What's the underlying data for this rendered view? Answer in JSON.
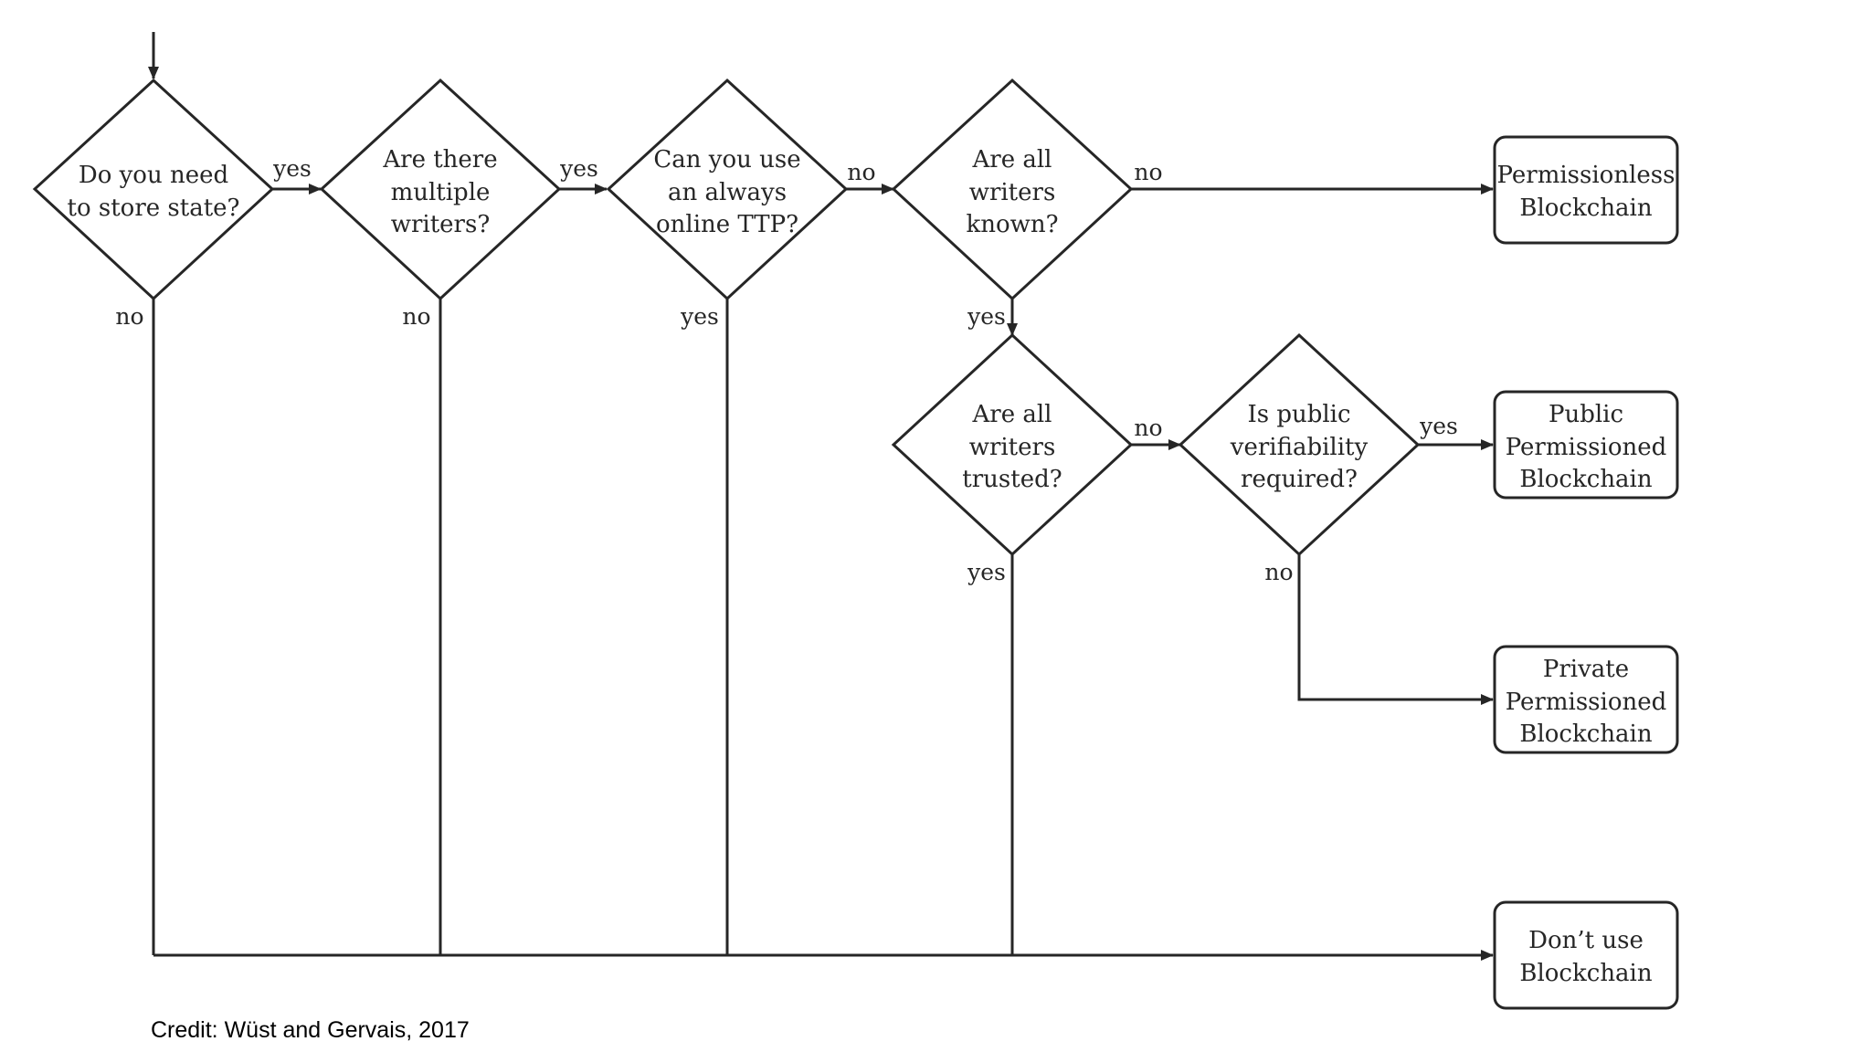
{
  "decisions": {
    "store_state": [
      "Do you need",
      "to store state?"
    ],
    "multiple_writers": [
      "Are there",
      "multiple",
      "writers?"
    ],
    "online_ttp": [
      "Can you use",
      "an always",
      "online TTP?"
    ],
    "writers_known": [
      "Are all",
      "writers",
      "known?"
    ],
    "writers_trusted": [
      "Are all",
      "writers",
      "trusted?"
    ],
    "public_verifiability": [
      "Is public",
      "verifiability",
      "required?"
    ]
  },
  "outcomes": {
    "permissionless": [
      "Permissionless",
      "Blockchain"
    ],
    "public_permissioned": [
      "Public",
      "Permissioned",
      "Blockchain"
    ],
    "private_permissioned": [
      "Private",
      "Permissioned",
      "Blockchain"
    ],
    "dont_use": [
      "Don’t use",
      "Blockchain"
    ]
  },
  "edge_labels": {
    "store_state_yes": "yes",
    "store_state_no": "no",
    "multiple_writers_yes": "yes",
    "multiple_writers_no": "no",
    "online_ttp_no": "no",
    "online_ttp_yes": "yes",
    "writers_known_no": "no",
    "writers_known_yes": "yes",
    "writers_trusted_no": "no",
    "writers_trusted_yes": "yes",
    "public_verifiability_yes": "yes",
    "public_verifiability_no": "no"
  },
  "credit": "Credit: Wüst and Gervais, 2017",
  "colors": {
    "line": "#262626",
    "background": "#ffffff"
  }
}
